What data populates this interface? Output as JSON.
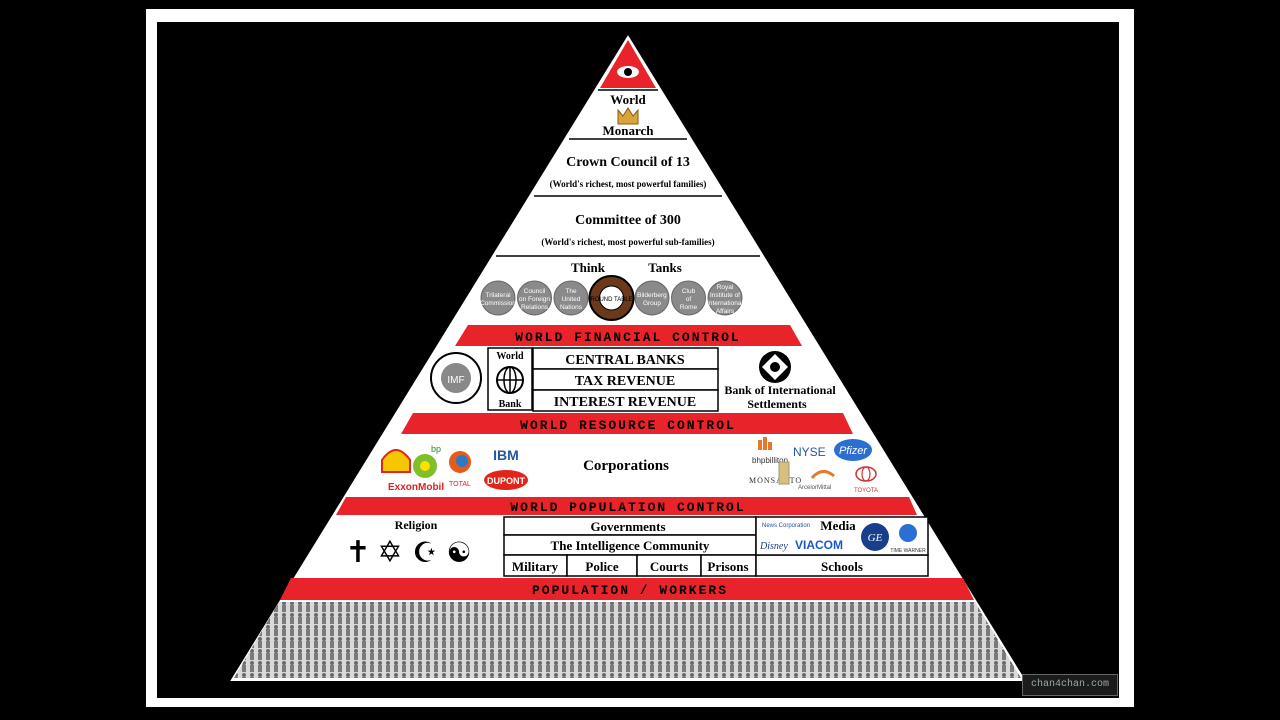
{
  "levels": {
    "monarch": {
      "line1": "World",
      "line2": "Monarch"
    },
    "crown": {
      "title": "Crown Council of 13",
      "subtitle": "(World's richest, most powerful families)"
    },
    "committee": {
      "title": "Committee of 300",
      "subtitle": "(World's richest, most powerful sub-families)"
    },
    "think_tanks": {
      "label_left": "Think",
      "label_right": "Tanks",
      "members": [
        {
          "lines": [
            "Trilateral",
            "Commission"
          ]
        },
        {
          "lines": [
            "Council",
            "on Foreign",
            "Relations"
          ]
        },
        {
          "lines": [
            "The",
            "United",
            "Nations"
          ]
        },
        {
          "lines": [
            "ROUND TABLE"
          ]
        },
        {
          "lines": [
            "Bilderberg",
            "Group"
          ]
        },
        {
          "lines": [
            "Club",
            "of",
            "Rome"
          ]
        },
        {
          "lines": [
            "Royal",
            "Institute of",
            "International",
            "Affairs"
          ]
        }
      ]
    },
    "financial": {
      "band": "WORLD FINANCIAL CONTROL",
      "imf_text": "INTERNATIONAL MONETARY FUND",
      "world_bank_top": "World",
      "world_bank_bottom": "Bank",
      "rows": [
        "CENTRAL BANKS",
        "TAX REVENUE",
        "INTEREST REVENUE"
      ],
      "bis_line1": "Bank of International",
      "bis_line2": "Settlements"
    },
    "resource": {
      "band": "WORLD RESOURCE CONTROL",
      "center_label": "Corporations",
      "logos_left": [
        "Shell",
        "bp",
        "ExxonMobil",
        "TOTAL",
        "IBM",
        "DUPONT"
      ],
      "logos_right": [
        "bhpbilliton",
        "MONSANTO",
        "NYSE",
        "Pfizer",
        "ArcelorMittal",
        "TOYOTA"
      ]
    },
    "population_control": {
      "band": "WORLD POPULATION CONTROL",
      "religion_label": "Religion",
      "religion_symbols": [
        "✝",
        "✡",
        "☪",
        "☯"
      ],
      "governments": "Governments",
      "intelligence": "The Intelligence Community",
      "institutions": [
        "Military",
        "Police",
        "Courts",
        "Prisons"
      ],
      "media_label": "Media",
      "media_logos": [
        "News Corporation",
        "Disney",
        "VIACOM",
        "GE",
        "TIME WARNER"
      ],
      "schools": "Schools"
    },
    "workers": {
      "band": "POPULATION / WORKERS"
    }
  },
  "watermark": "chan4chan.com",
  "colors": {
    "band_red": "#e8232a",
    "frame": "#ffffff",
    "background": "#000000",
    "bubble_gray": "#8a8a8a"
  }
}
